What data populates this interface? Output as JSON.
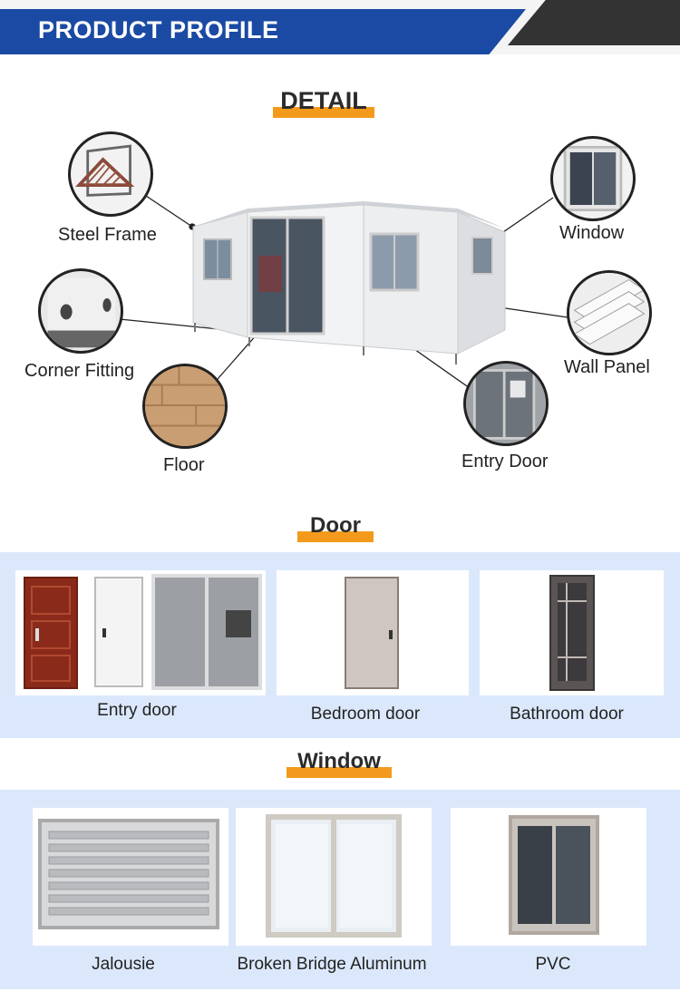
{
  "header": {
    "title": "PRODUCT PROFILE"
  },
  "detail": {
    "title": "DETAIL",
    "labels": {
      "steel_frame": "Steel Frame",
      "corner_fitting": "Corner Fitting",
      "floor": "Floor",
      "window": "Window",
      "wall_panel": "Wall Panel",
      "entry_door": "Entry Door"
    }
  },
  "door": {
    "title": "Door",
    "items": [
      {
        "label": "Entry door"
      },
      {
        "label": "Bedroom door"
      },
      {
        "label": "Bathroom door"
      }
    ]
  },
  "window": {
    "title": "Window",
    "items": [
      {
        "label": "Jalousie"
      },
      {
        "label": "Broken Bridge Aluminum"
      },
      {
        "label": "PVC"
      }
    ]
  },
  "colors": {
    "header_blue": "#1a4aa3",
    "header_dark": "#333333",
    "accent_orange": "#f39a1c",
    "band_blue": "#dbe8fb"
  }
}
